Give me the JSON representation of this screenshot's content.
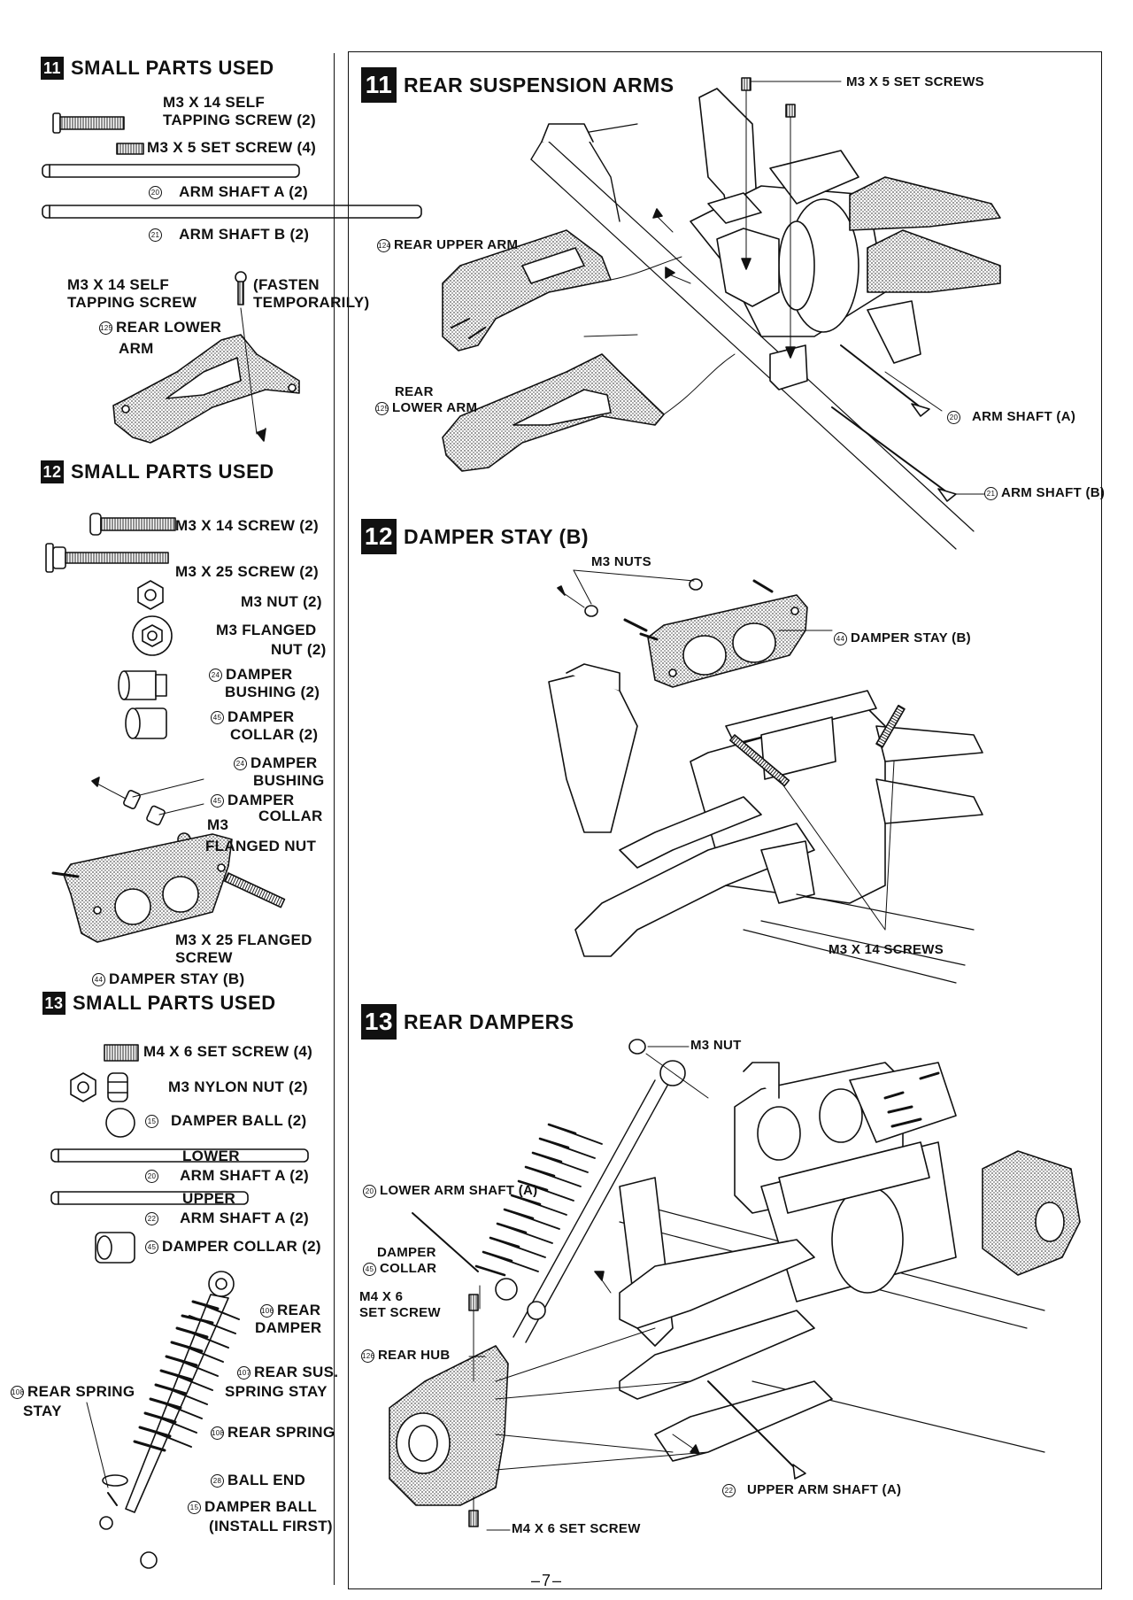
{
  "page_number": "–7–",
  "step11": {
    "small_parts_badge": "11",
    "small_parts_title": "SMALL PARTS USED",
    "parts": [
      {
        "text": "M3 X 14 SELF",
        "text2": "TAPPING SCREW (2)"
      },
      {
        "text": "M3 X 5 SET SCREW (4)"
      },
      {
        "num": "20",
        "text": "ARM SHAFT A (2)"
      },
      {
        "num": "21",
        "text": "ARM SHAFT B (2)"
      }
    ],
    "fasten_label_1": "M3 X 14 SELF",
    "fasten_label_2": "TAPPING SCREW",
    "fasten_note_1": "(FASTEN",
    "fasten_note_2": "TEMPORARILY)",
    "rear_lower_num": "125",
    "rear_lower_1": "REAR LOWER",
    "rear_lower_2": "ARM",
    "main_badge": "11",
    "main_title": "REAR SUSPENSION ARMS",
    "callouts": {
      "set_screws": "M3 X 5 SET SCREWS",
      "upper_arm_num": "124",
      "upper_arm": "REAR UPPER ARM",
      "lower_arm_num": "125",
      "lower_arm_1": "REAR",
      "lower_arm_2": "LOWER ARM",
      "shaft_a_num": "20",
      "shaft_a": "ARM SHAFT (A)",
      "shaft_b_num": "21",
      "shaft_b": "ARM SHAFT (B)"
    }
  },
  "step12": {
    "small_parts_badge": "12",
    "small_parts_title": "SMALL PARTS USED",
    "parts": [
      {
        "text": "M3 X 14 SCREW (2)"
      },
      {
        "text": "M3 X 25 SCREW (2)"
      },
      {
        "text": "M3 NUT (2)"
      },
      {
        "text": "M3 FLANGED",
        "text2": "NUT (2)"
      },
      {
        "num": "24",
        "text": "DAMPER",
        "text2": "BUSHING (2)"
      },
      {
        "num": "45",
        "text": "DAMPER",
        "text2": "COLLAR (2)"
      }
    ],
    "sub": {
      "bushing_num": "24",
      "bushing_1": "DAMPER",
      "bushing_2": "BUSHING",
      "collar_num": "45",
      "collar_1": "DAMPER",
      "collar_2": "COLLAR",
      "flanged_1": "M3",
      "flanged_2": "FLANGED NUT",
      "flanged_screw_1": "M3 X 25 FLANGED",
      "flanged_screw_2": "SCREW",
      "stay_num": "44",
      "stay": "DAMPER STAY (B)"
    },
    "main_badge": "12",
    "main_title": "DAMPER STAY (B)",
    "callouts": {
      "nuts": "M3 NUTS",
      "stay_num": "44",
      "stay": "DAMPER STAY (B)",
      "screws": "M3 X 14 SCREWS"
    }
  },
  "step13": {
    "small_parts_badge": "13",
    "small_parts_title": "SMALL PARTS USED",
    "parts": [
      {
        "text": "M4 X 6 SET SCREW (4)"
      },
      {
        "text": "M3 NYLON NUT (2)"
      },
      {
        "num": "15",
        "text": "DAMPER BALL (2)"
      },
      {
        "num": "20",
        "text": "LOWER",
        "text2": "ARM SHAFT A (2)"
      },
      {
        "num": "22",
        "text": "UPPER",
        "text2": "ARM SHAFT A (2)"
      },
      {
        "num": "45",
        "text": "DAMPER COLLAR (2)"
      }
    ],
    "sub": {
      "damper_num": "106",
      "damper_1": "REAR",
      "damper_2": "DAMPER",
      "sus_stay_num": "107",
      "sus_stay_1": "REAR SUS.",
      "sus_stay_2": "SPRING STAY",
      "spring_stay_num": "108",
      "spring_stay_1": "REAR SPRING",
      "spring_stay_2": "STAY",
      "spring_num": "108",
      "spring": "REAR SPRING",
      "ball_end_num": "28",
      "ball_end": "BALL END",
      "ball_num": "15",
      "ball_1": "DAMPER BALL",
      "ball_2": "(INSTALL FIRST)"
    },
    "main_badge": "13",
    "main_title": "REAR DAMPERS",
    "callouts": {
      "nut": "M3 NUT",
      "lower_shaft_num": "20",
      "lower_shaft": "LOWER ARM SHAFT (A)",
      "collar_1": "DAMPER",
      "collar_num": "45",
      "collar_2": "COLLAR",
      "set_screw_1": "M4 X 6",
      "set_screw_2": "SET SCREW",
      "hub_num": "126",
      "hub": "REAR HUB",
      "upper_shaft_num": "22",
      "upper_shaft": "UPPER ARM SHAFT (A)",
      "bottom_set_screw": "M4 X 6 SET SCREW"
    }
  }
}
